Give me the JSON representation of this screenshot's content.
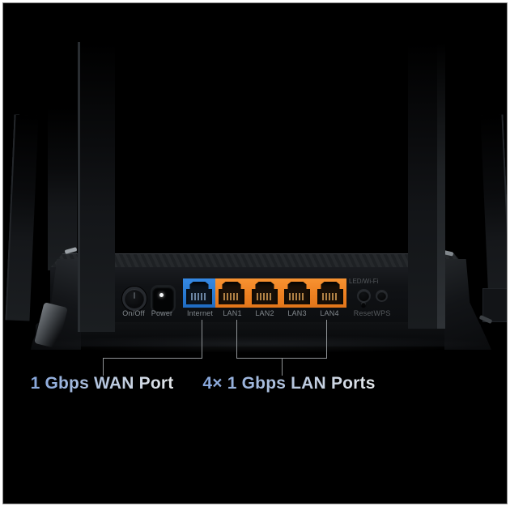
{
  "frame": {
    "border_color": "#ffffff",
    "canvas_background": "#000000"
  },
  "device": {
    "type": "wifi-router-rear-panel",
    "body_color": "#101215",
    "panel": {
      "power_switch_label": "On/Off",
      "power_jack_label": "Power",
      "wan_port": {
        "label": "Internet",
        "color": "#2a7cd4"
      },
      "lan_ports": [
        {
          "label": "LAN1"
        },
        {
          "label": "LAN2"
        },
        {
          "label": "LAN3"
        },
        {
          "label": "LAN4"
        }
      ],
      "lan_color": "#ef8222",
      "led_wifi_label": "LED/Wi-Fi",
      "reset_label": "Reset",
      "wps_label": "WPS"
    }
  },
  "annotations": {
    "wan_caption": "1 Gbps WAN Port",
    "lan_caption": "4× 1 Gbps LAN Ports",
    "caption_color_start": "#86a6dc",
    "caption_color_end": "#e4e7ea",
    "line_color": "#8f9396"
  }
}
